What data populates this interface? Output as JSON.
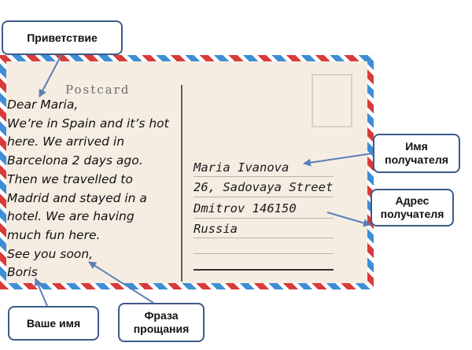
{
  "postcard": {
    "title": "Postcard",
    "message_lines": [
      "Dear Maria,",
      "We’re in Spain and it’s hot",
      "here. We arrived in",
      "Barcelona 2 days ago.",
      "Then we travelled to",
      "Madrid and stayed in a",
      "hotel. We are having",
      "much fun here.",
      "See you soon,",
      "Boris"
    ],
    "address_lines": [
      "Maria Ivanova",
      "26, Sadovaya Street",
      "Dmitrov 146150",
      "Russia"
    ]
  },
  "labels": {
    "greeting": "Приветствие",
    "recipient_name": [
      "Имя",
      "получателя"
    ],
    "recipient_address": [
      "Адрес",
      "получателя"
    ],
    "your_name": "Ваше имя",
    "farewell": [
      "Фраза",
      "прощания"
    ]
  },
  "colors": {
    "callout_border": "#3d5b8a",
    "arrow": "#5b7fb8",
    "airmail_red": "#d93a3a",
    "airmail_blue": "#3d8ed6",
    "card": "#f5ede2"
  }
}
